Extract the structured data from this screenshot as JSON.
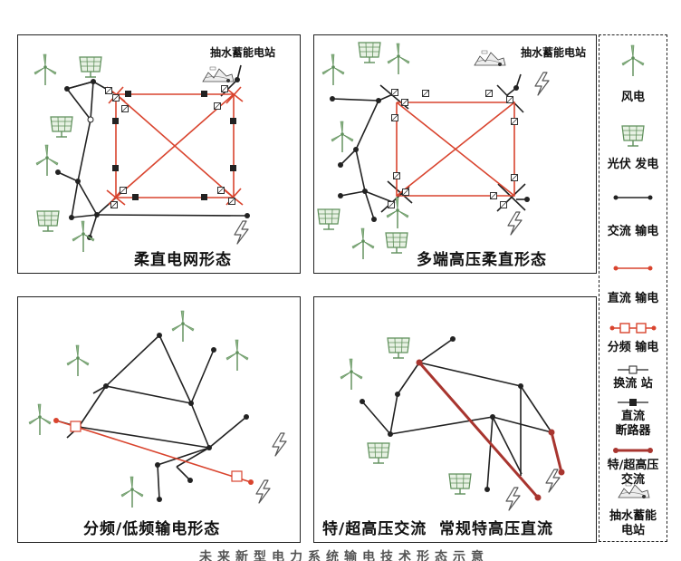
{
  "panels": {
    "top_left_title": "柔直电网形态",
    "top_right_title": "多端高压柔直形态",
    "bottom_left_title": "分频/低频输电形态",
    "bottom_right_title": "特/超高压交流  常规特高压直流",
    "top_left_station": "抽水蓄能电站",
    "top_right_station": "抽水蓄能电站"
  },
  "legend": {
    "wind": "风电",
    "pv": "光伏 发电",
    "ac": "交流 输电",
    "dc": "直流 输电",
    "split_freq": "分频 输电",
    "converter": "换流 站",
    "breaker_1": "直流",
    "breaker_2": "断路器",
    "uhv_1": "特/超高压",
    "uhv_2": "交流",
    "pumped_1": "抽水蓄能",
    "pumped_2": "电站"
  },
  "caption": "未来新型电力系统输电技术形态示意",
  "colors": {
    "ac": "#222222",
    "dc": "#d9442e",
    "uhv": "#a8352f",
    "green": "#5e8f5a"
  }
}
